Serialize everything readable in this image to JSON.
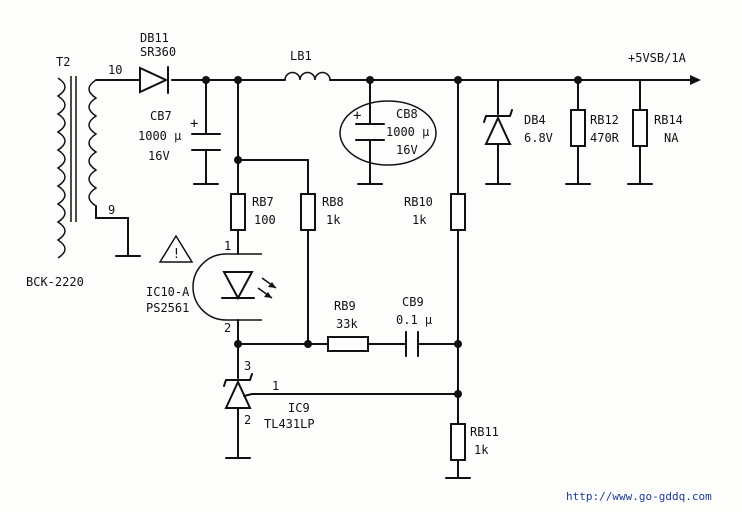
{
  "labels": {
    "t2": "T2",
    "pin10": "10",
    "pin9": "9",
    "bck": "BCK-2220",
    "db11_name": "DB11",
    "db11_part": "SR360",
    "lb1": "LB1",
    "out": "+5VSB/1A",
    "cb7_name": "CB7",
    "cb7_val": "1000 μ",
    "cb7_v": "16V",
    "cb8_name": "CB8",
    "cb8_val": "1000 μ",
    "cb8_v": "16V",
    "db4_name": "DB4",
    "db4_val": "6.8V",
    "rb12_name": "RB12",
    "rb12_val": "470R",
    "rb14_name": "RB14",
    "rb14_val": "NA",
    "rb7_name": "RB7",
    "rb7_val": "100",
    "rb8_name": "RB8",
    "rb8_val": "1k",
    "rb10_name": "RB10",
    "rb10_val": "1k",
    "ic10_name": "IC10-A",
    "ic10_part": "PS2561",
    "ic10_pin1": "1",
    "ic10_pin2": "2",
    "rb9_name": "RB9",
    "rb9_val": "33k",
    "cb9_name": "CB9",
    "cb9_val": "0.1 μ",
    "ic9_pin3": "3",
    "ic9_pin2": "2",
    "ic9_pin1": "1",
    "ic9_name": "IC9",
    "ic9_part": "TL431LP",
    "rb11_name": "RB11",
    "rb11_val": "1k",
    "url": "http://www.go-gddq.com"
  }
}
